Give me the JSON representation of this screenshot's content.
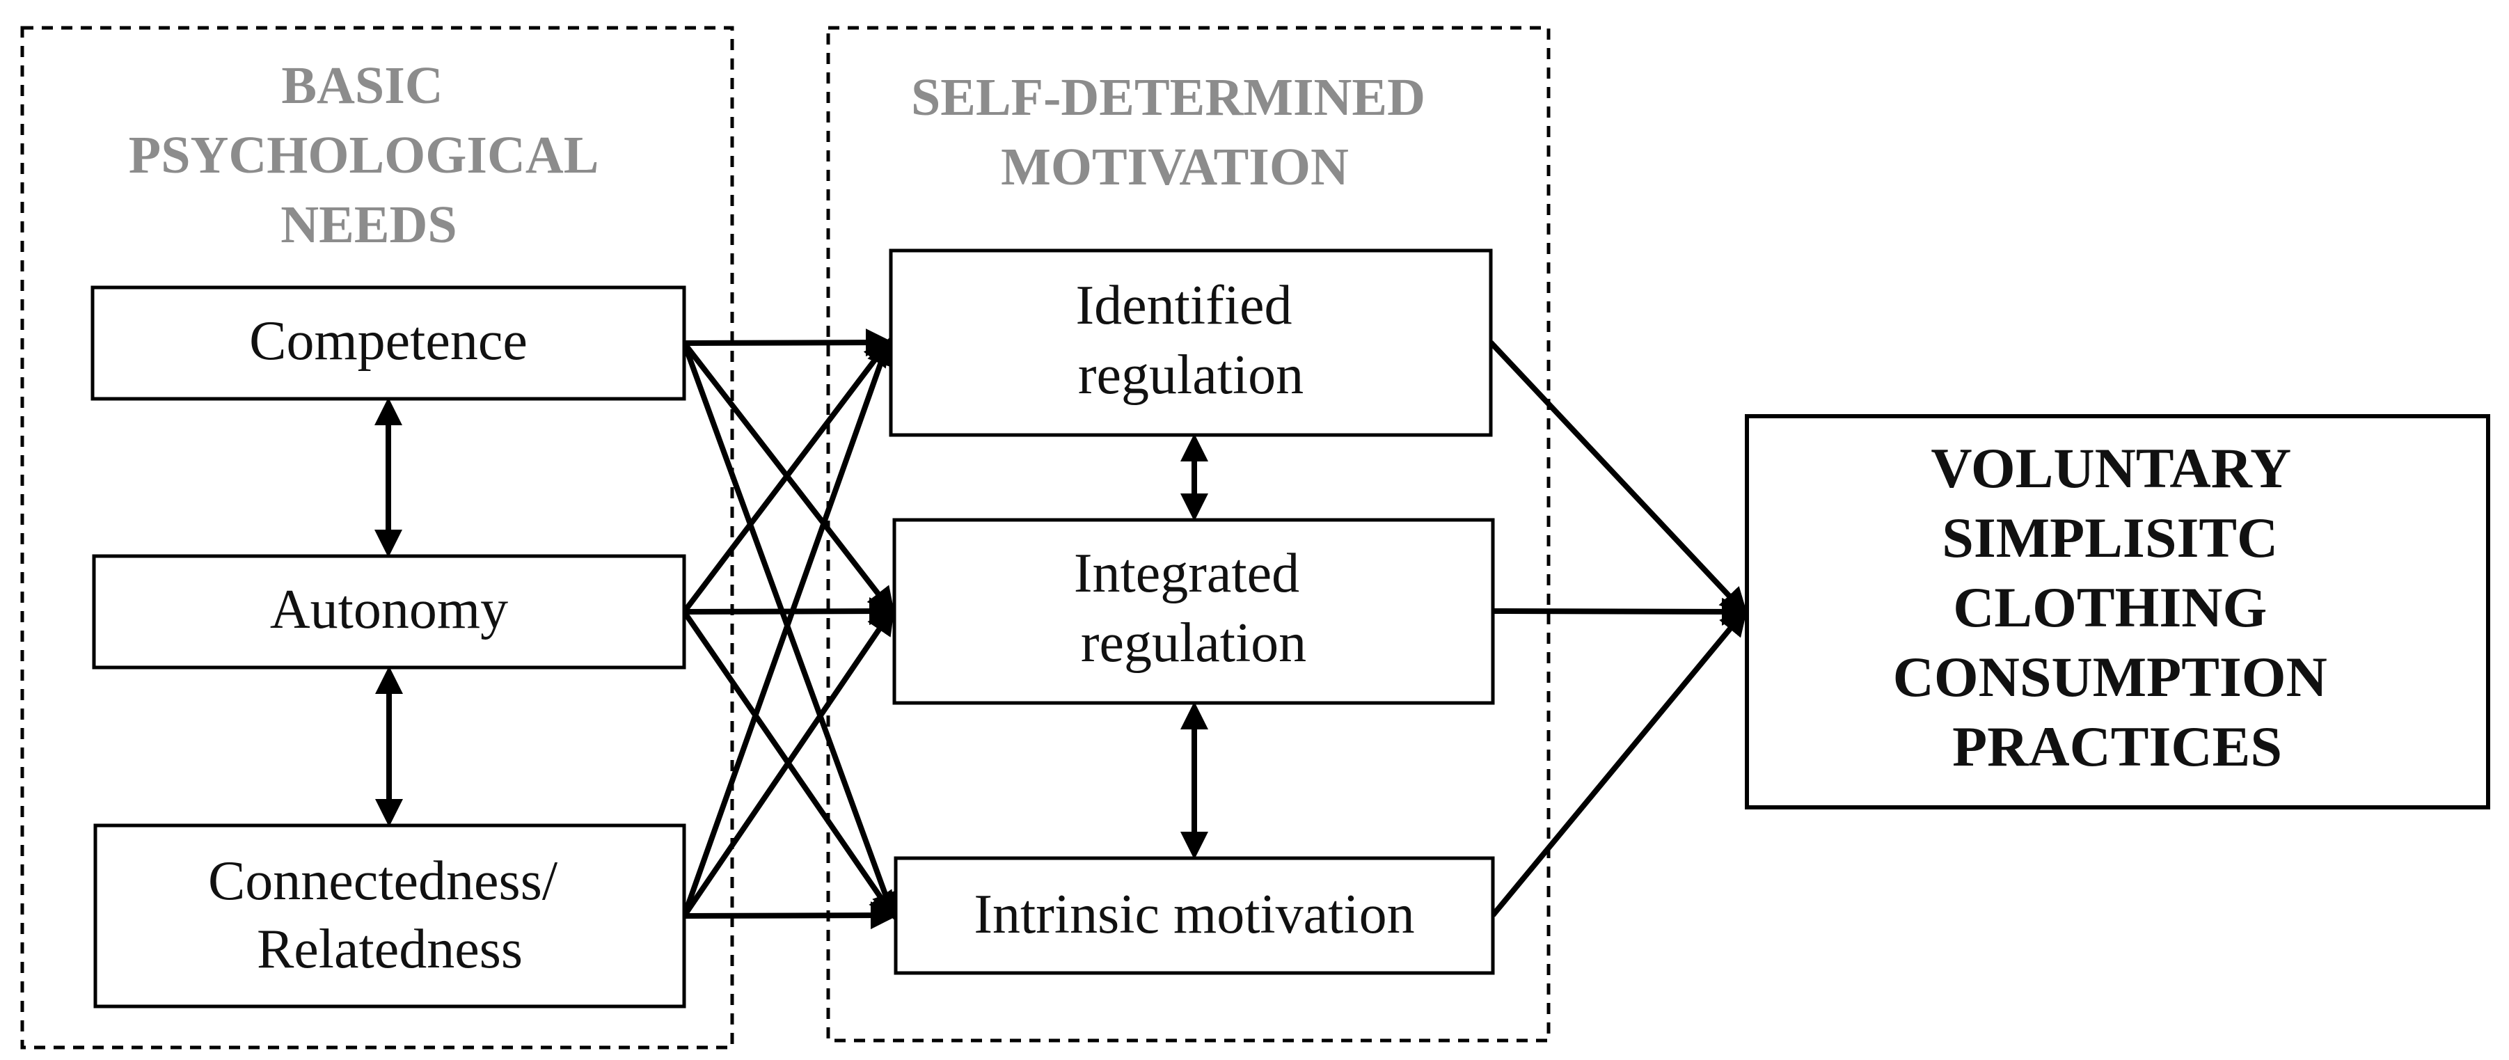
{
  "groups": {
    "needs": {
      "label_lines": [
        "BASIC",
        "PSYCHOLOGICAL",
        "NEEDS"
      ]
    },
    "motivation": {
      "label_lines": [
        "SELF-DETERMINED",
        "MOTIVATION"
      ]
    }
  },
  "nodes": {
    "competence": {
      "lines": [
        "Competence"
      ]
    },
    "autonomy": {
      "lines": [
        "Autonomy"
      ]
    },
    "connectedness": {
      "lines": [
        "Connectedness/",
        "Relatedness"
      ]
    },
    "identified": {
      "lines": [
        "Identified",
        "regulation"
      ]
    },
    "integrated": {
      "lines": [
        "Integrated",
        "regulation"
      ]
    },
    "intrinsic": {
      "lines": [
        "Intrinsic motivation"
      ]
    },
    "outcome": {
      "lines": [
        "VOLUNTARY",
        "SIMPLISITC",
        "CLOTHING",
        "CONSUMPTION",
        "PRACTICES"
      ]
    }
  },
  "edges": [
    {
      "from": "competence",
      "to": "identified",
      "type": "directed"
    },
    {
      "from": "competence",
      "to": "integrated",
      "type": "directed"
    },
    {
      "from": "competence",
      "to": "intrinsic",
      "type": "directed"
    },
    {
      "from": "autonomy",
      "to": "identified",
      "type": "directed"
    },
    {
      "from": "autonomy",
      "to": "integrated",
      "type": "directed"
    },
    {
      "from": "autonomy",
      "to": "intrinsic",
      "type": "directed"
    },
    {
      "from": "connectedness",
      "to": "identified",
      "type": "directed"
    },
    {
      "from": "connectedness",
      "to": "integrated",
      "type": "directed"
    },
    {
      "from": "connectedness",
      "to": "intrinsic",
      "type": "directed"
    },
    {
      "from": "identified",
      "to": "outcome",
      "type": "directed"
    },
    {
      "from": "integrated",
      "to": "outcome",
      "type": "directed"
    },
    {
      "from": "intrinsic",
      "to": "outcome",
      "type": "directed"
    },
    {
      "from": "competence",
      "to": "autonomy",
      "type": "bidirectional"
    },
    {
      "from": "autonomy",
      "to": "connectedness",
      "type": "bidirectional"
    },
    {
      "from": "identified",
      "to": "integrated",
      "type": "bidirectional"
    },
    {
      "from": "integrated",
      "to": "intrinsic",
      "type": "bidirectional"
    }
  ]
}
